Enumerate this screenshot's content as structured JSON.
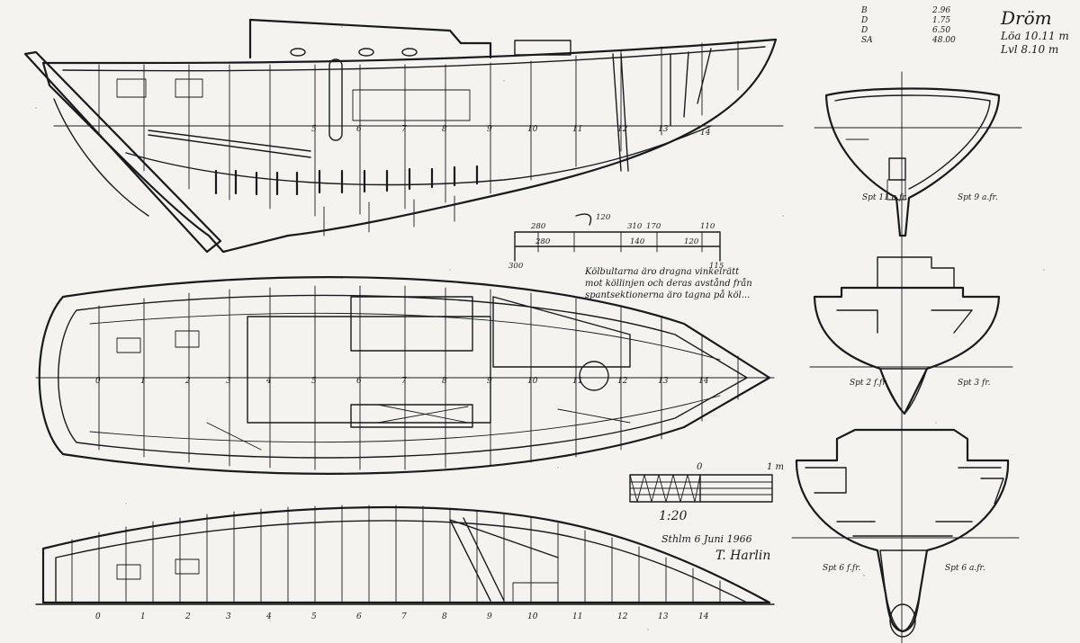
{
  "title_block": {
    "name": "Dröm",
    "loa": "Löa 10.11 m",
    "lwl": "Lvl 8.10 m",
    "dimension_labels": [
      "B",
      "D",
      "D",
      "SA"
    ],
    "dimension_values": [
      "2.96",
      "1.75",
      "6.50",
      "48.00"
    ]
  },
  "keel_detail": {
    "section_mark": "120",
    "dims": [
      "280",
      "280",
      "310",
      "170",
      "110",
      "120",
      "140",
      "300",
      "115"
    ],
    "note_lines": [
      "Kölbultarna äro dragna vinkelrätt",
      "mot köllinjen och deras avstånd från",
      "spantsektionerna äro tagna på köl..."
    ]
  },
  "scale": {
    "zero": "0",
    "one_m": "1 m",
    "ratio": "1:20"
  },
  "signature": {
    "date": "Sthlm 6 Juni 1966",
    "name": "T. Harlin"
  },
  "frame_numbers": [
    "0",
    "1",
    "2",
    "3",
    "4",
    "5",
    "6",
    "7",
    "8",
    "9",
    "10",
    "11",
    "12",
    "13",
    "14"
  ],
  "section_labels": {
    "top_left": "Spt 11 a.fr.",
    "top_right": "Spt 9 a.fr.",
    "mid_left": "Spt 2 f.fr.",
    "mid_right": "Spt 3 fr.",
    "bottom_left": "Spt 6 f.fr.",
    "bottom_right": "Spt 6 a.fr."
  }
}
